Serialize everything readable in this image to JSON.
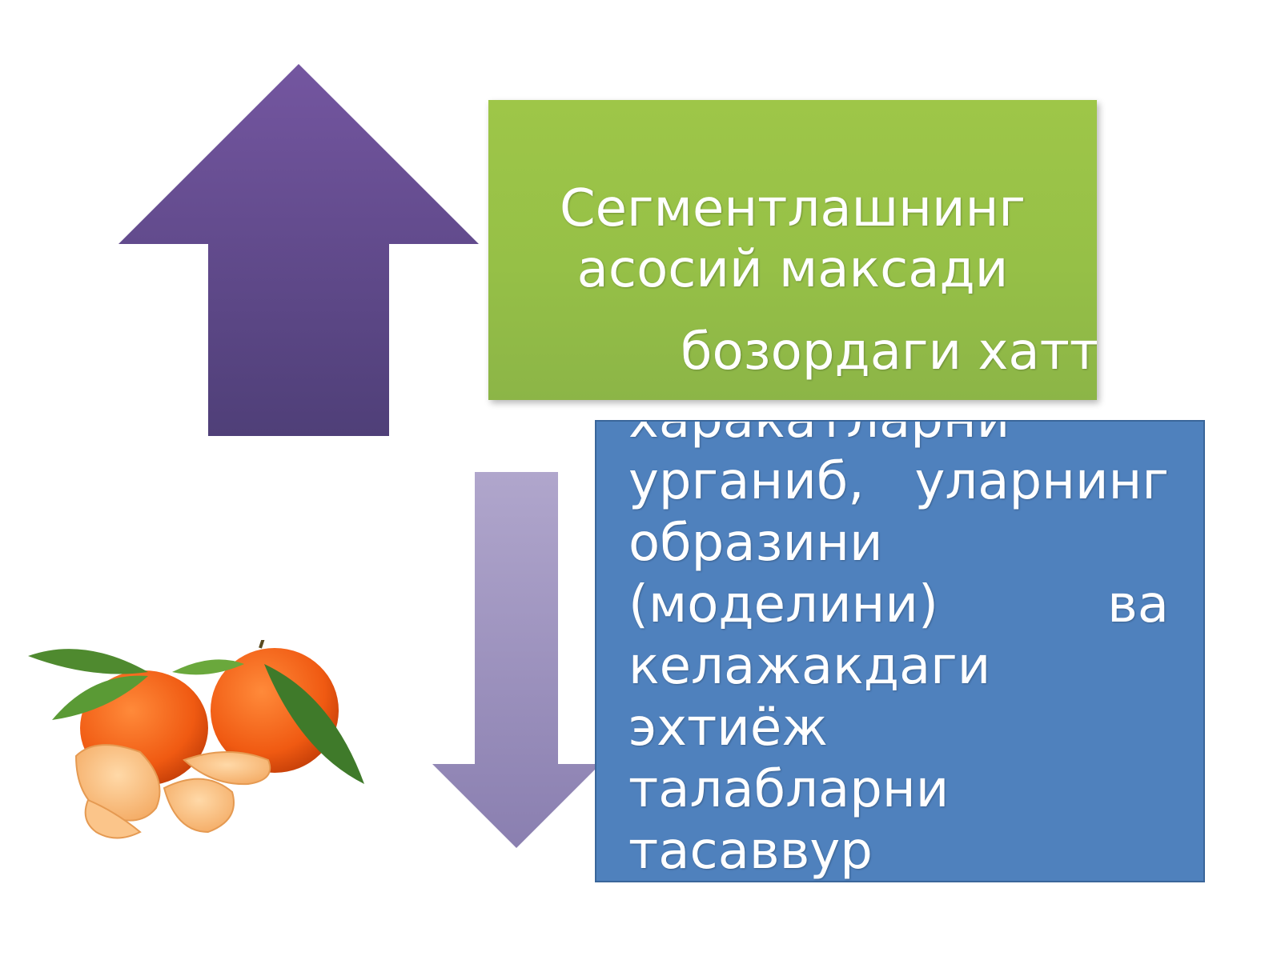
{
  "colors": {
    "background": "#ffffff",
    "up_arrow": "#5e4a8c",
    "down_arrow": "#a79bc6",
    "green_box": "#96c047",
    "blue_box": "#4f81bd",
    "text": "#ffffff"
  },
  "green_box": {
    "title_line1": "Сегментлашнинг",
    "title_line2": "асосий максади",
    "overflow_line": "бозордаги  хатти"
  },
  "blue_box": {
    "lines": [
      {
        "left": "харакатларни",
        "right": ""
      },
      {
        "left": "урганиб,",
        "right": "уларнинг"
      },
      {
        "left": "образини",
        "right": ""
      },
      {
        "left": "(моделини)",
        "right": "ва"
      },
      {
        "left": "келажакдаги",
        "right": ""
      },
      {
        "left": "эхтиёж",
        "right": ""
      },
      {
        "left": "талабларни",
        "right": ""
      },
      {
        "left": "тасаввур",
        "right": ""
      }
    ]
  },
  "image": {
    "icon": "mandarin-fruit-icon"
  }
}
